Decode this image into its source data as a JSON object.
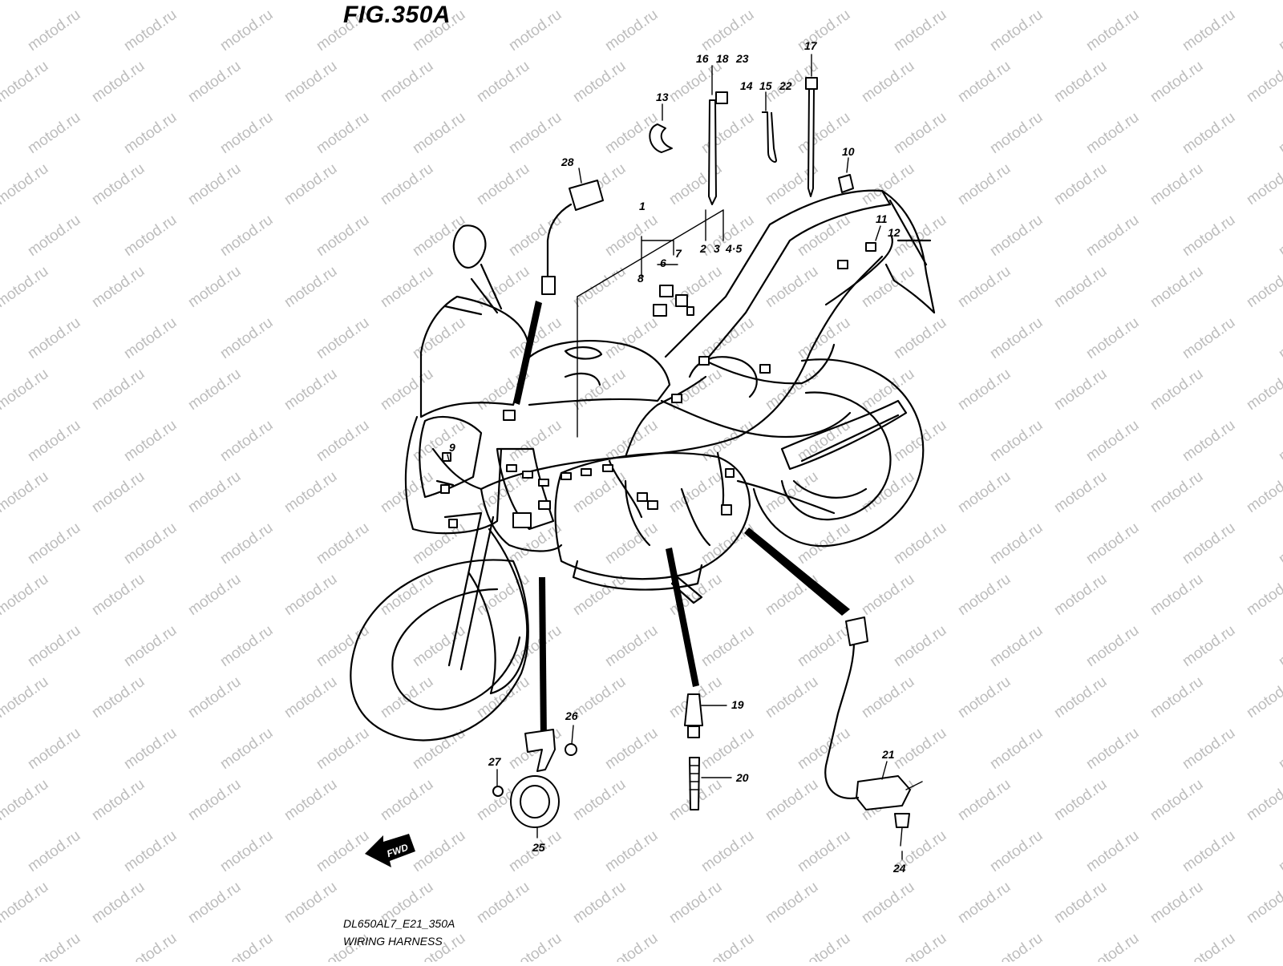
{
  "figure": {
    "title": "FIG.350A",
    "code": "DL650AL7_E21_350A",
    "caption": "WIRING HARNESS",
    "direction_badge": "FWD"
  },
  "watermark": {
    "text": "motod.ru",
    "color": "#bdbdbd"
  },
  "callouts": [
    {
      "id": "c17",
      "label": "17"
    },
    {
      "id": "c16",
      "label": "16"
    },
    {
      "id": "c18",
      "label": "18"
    },
    {
      "id": "c23",
      "label": "23"
    },
    {
      "id": "c13",
      "label": "13"
    },
    {
      "id": "c14",
      "label": "14"
    },
    {
      "id": "c15",
      "label": "15"
    },
    {
      "id": "c22",
      "label": "22"
    },
    {
      "id": "c10",
      "label": "10"
    },
    {
      "id": "c28",
      "label": "28"
    },
    {
      "id": "c1",
      "label": "1"
    },
    {
      "id": "c7",
      "label": "7"
    },
    {
      "id": "c2",
      "label": "2"
    },
    {
      "id": "c3",
      "label": "3"
    },
    {
      "id": "c45",
      "label": "4·5"
    },
    {
      "id": "c6",
      "label": "6"
    },
    {
      "id": "c8",
      "label": "8"
    },
    {
      "id": "c11",
      "label": "11"
    },
    {
      "id": "c12",
      "label": "12"
    },
    {
      "id": "c9",
      "label": "9"
    },
    {
      "id": "c19",
      "label": "19"
    },
    {
      "id": "c20",
      "label": "20"
    },
    {
      "id": "c21",
      "label": "21"
    },
    {
      "id": "c24",
      "label": "24"
    },
    {
      "id": "c25",
      "label": "25"
    },
    {
      "id": "c26",
      "label": "26"
    },
    {
      "id": "c27",
      "label": "27"
    }
  ]
}
